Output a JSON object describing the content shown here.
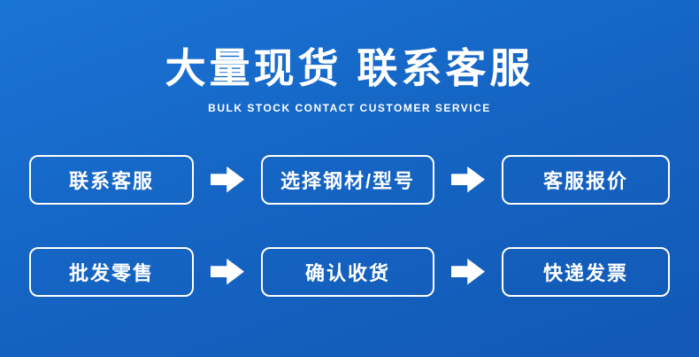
{
  "theme": {
    "background_top": "#1a74d6",
    "background_bottom": "#1258b4",
    "foreground": "#ffffff"
  },
  "header": {
    "title": "大量现货 联系客服",
    "subtitle": "BULK STOCK CONTACT CUSTOMER SERVICE"
  },
  "flow": {
    "rows": [
      {
        "steps": [
          {
            "label": "联系客服"
          },
          {
            "label": "选择钢材/型号"
          },
          {
            "label": "客服报价"
          }
        ]
      },
      {
        "steps": [
          {
            "label": "批发零售"
          },
          {
            "label": "确认收货"
          },
          {
            "label": "快递发票"
          }
        ]
      }
    ],
    "arrow_icon": "arrow-right"
  }
}
